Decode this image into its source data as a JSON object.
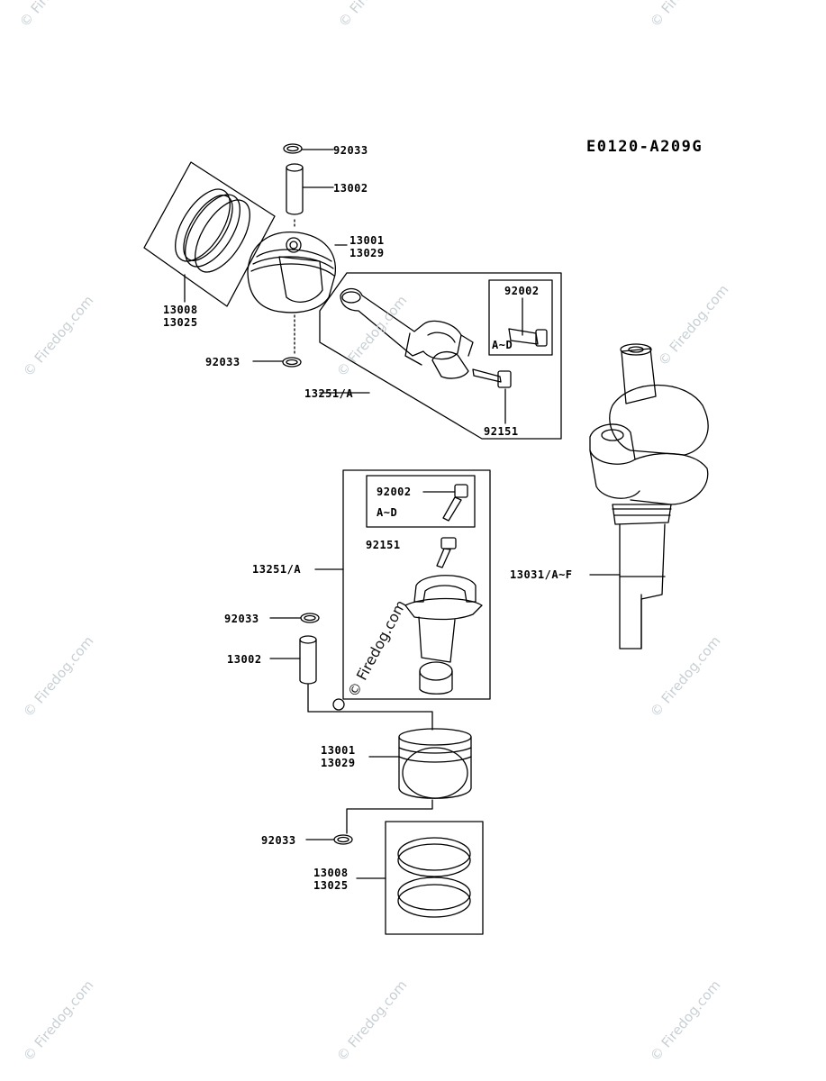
{
  "diagram_code": "E0120-A209G",
  "watermark": "© Firedog.com",
  "watermark_center": "© Firedog.com",
  "labels": {
    "snap_ring_top": "92033",
    "piston_pin_top": "13002",
    "piston_top_a": "13001",
    "piston_top_b": "13029",
    "ring_set_top_a": "13008",
    "ring_set_top_b": "13025",
    "snap_ring_mid": "92033",
    "conrod_top": "13251/A",
    "bolt_box_top": "92002",
    "bolt_box_top_range": "A~D",
    "bolt_top": "92151",
    "crankshaft": "13031/A~F",
    "bolt_box_bottom": "92002",
    "bolt_box_bottom_range": "A~D",
    "bolt_bottom": "92151",
    "conrod_bottom": "13251/A",
    "snap_ring_bottom_1": "92033",
    "piston_pin_bottom": "13002",
    "piston_bottom_a": "13001",
    "piston_bottom_b": "13029",
    "snap_ring_bottom_2": "92033",
    "ring_set_bottom_a": "13008",
    "ring_set_bottom_b": "13025"
  }
}
